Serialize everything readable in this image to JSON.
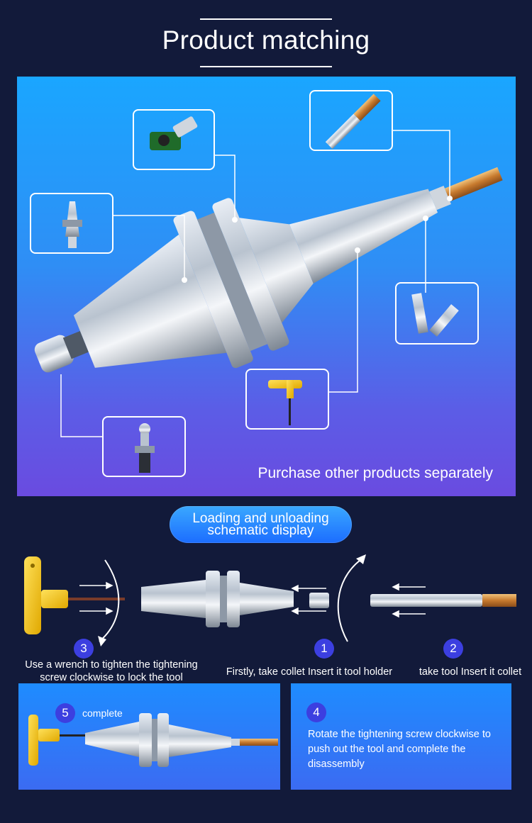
{
  "header": {
    "title": "Product matching"
  },
  "hero": {
    "caption": "Purchase other products separately",
    "thumbnails": [
      "pull-stud",
      "tool-holder",
      "clamping-fixture",
      "end-mill",
      "collet",
      "t-wrench"
    ]
  },
  "loading": {
    "badge_line1": "Loading and unloading",
    "badge_line2": "schematic display"
  },
  "steps": [
    {
      "num": "1",
      "text": "Firstly, take collet Insert it tool holder"
    },
    {
      "num": "2",
      "text": "take tool Insert it collet"
    },
    {
      "num": "3",
      "line1": "Use a wrench to tighten the tightening",
      "line2": "screw clockwise to lock the tool"
    },
    {
      "num": "4",
      "text": "Rotate the tightening screw clockwise to push out the tool and complete the disassembly"
    },
    {
      "num": "5",
      "text": "complete"
    }
  ],
  "colors": {
    "background": "#121a3a",
    "hero_top": "#1aa6ff",
    "hero_bottom": "#6a4be0",
    "step_badge": "#3c3fe0",
    "wrench": "#f5c518",
    "cutter": "#c8843a"
  }
}
